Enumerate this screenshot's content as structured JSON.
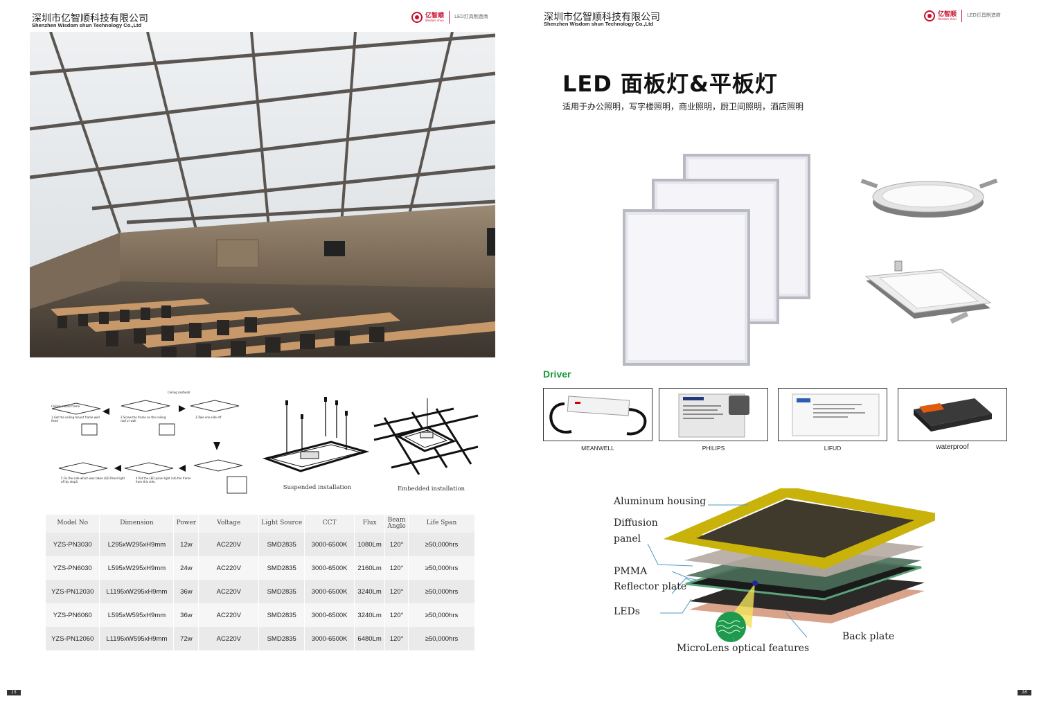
{
  "left_page": {
    "company_cn": "深圳市亿智顺科技有限公司",
    "company_en": "Shenzhen Wisdom shun Technology Co.,Ltd",
    "logo_name": "亿智顺",
    "logo_sub": "Wisdom shun",
    "logo_tag": "LED灯具制造商",
    "install_steps": [
      "Ceiling mount frame",
      "Ceiling roof/wall",
      "1.Get the ceiling mount frame well fixed",
      "2.Screw the frame on the ceiling roof or wall",
      "3.Take one side off",
      "LED Panel light",
      "4.Put the LED panel light into the frame from this side.",
      "5.Fix the side which was taken off by step3."
    ],
    "caption_suspended": "Suspended installation",
    "caption_embedded": "Embedded installation",
    "table": {
      "headers": [
        "Model No",
        "Dimension",
        "Power",
        "Voltage",
        "Light Source",
        "CCT",
        "Flux",
        "Beam Angle",
        "Life Span"
      ],
      "rows": [
        [
          "YZS-PN3030",
          "L295xW295xH9mm",
          "12w",
          "AC220V",
          "SMD2835",
          "3000-6500K",
          "1080Lm",
          "120°",
          "≥50,000hrs"
        ],
        [
          "YZS-PN6030",
          "L595xW295xH9mm",
          "24w",
          "AC220V",
          "SMD2835",
          "3000-6500K",
          "2160Lm",
          "120°",
          "≥50,000hrs"
        ],
        [
          "YZS-PN12030",
          "L1195xW295xH9mm",
          "36w",
          "AC220V",
          "SMD2835",
          "3000-6500K",
          "3240Lm",
          "120°",
          "≥50,000hrs"
        ],
        [
          "YZS-PN6060",
          "L595xW595xH9mm",
          "36w",
          "AC220V",
          "SMD2835",
          "3000-6500K",
          "3240Lm",
          "120°",
          "≥50,000hrs"
        ],
        [
          "YZS-PN12060",
          "L1195xW595xH9mm",
          "72w",
          "AC220V",
          "SMD2835",
          "3000-6500K",
          "6480Lm",
          "120°",
          "≥50,000hrs"
        ]
      ]
    },
    "page_number": "15"
  },
  "right_page": {
    "company_cn": "深圳市亿智顺科技有限公司",
    "company_en": "Shenzhen Wisdom shun Technology Co.,Ltd",
    "logo_name": "亿智顺",
    "logo_sub": "Wisdom shun",
    "logo_tag": "LED灯具制造商",
    "title": "LED 面板灯&平板灯",
    "subtitle": "适用于办公照明，写字楼照明，商业照明，厨卫间照明，酒店照明",
    "driver_heading": "Driver",
    "drivers": [
      "MEANWELL",
      "PHILIPS",
      "LIFUD",
      "waterproof"
    ],
    "layers": {
      "aluminum": "Aluminum housing",
      "diffusion1": "Diffusion",
      "diffusion2": "panel",
      "pmma": "PMMA",
      "reflector": "Reflector plate",
      "leds": "LEDs",
      "back": "Back plate",
      "microlens": "MicroLens optical features"
    },
    "page_number": "16"
  },
  "colors": {
    "accent_green": "#1a9a3c",
    "brand_red": "#c8102e",
    "frame_gold": "#c9b20a"
  }
}
